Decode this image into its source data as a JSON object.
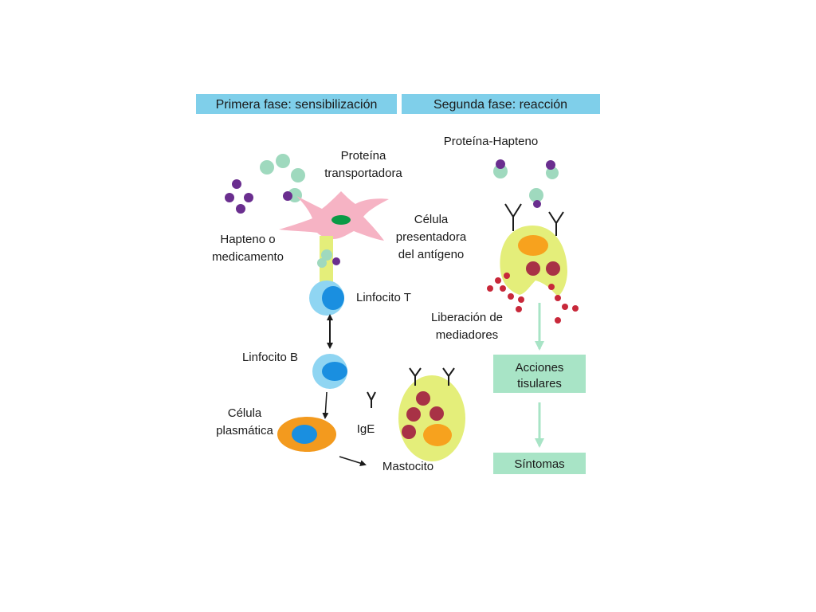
{
  "headers": {
    "phase1": "Primera fase: sensibilización",
    "phase2": "Segunda fase: reacción"
  },
  "labels": {
    "protein_line1": "Proteína",
    "protein_line2": "transportadora",
    "hapten_line1": "Hapteno o",
    "hapten_line2": "medicamento",
    "apc_line1": "Célula",
    "apc_line2": "presentadora",
    "apc_line3": "del antígeno",
    "t_cell": "Linfocito T",
    "b_cell": "Linfocito B",
    "plasma_line1": "Célula",
    "plasma_line2": "plasmática",
    "ige": "IgE",
    "mast_cell": "Mastocito",
    "protein_hapten": "Proteína-Hapteno",
    "mediators_line1": "Liberación de",
    "mediators_line2": "mediadores"
  },
  "boxes": {
    "tissue_line1": "Acciones",
    "tissue_line2": "tisulares",
    "symptoms": "Síntomas"
  },
  "colors": {
    "header_bg": "#7fcfea",
    "box_bg": "#a8e4c6",
    "protein": "#9fd9be",
    "hapten": "#6a2e8f",
    "apc": "#f6b3c4",
    "nucleus_green": "#0a9a45",
    "lymph_outer": "#8fd5f2",
    "lymph_nucleus": "#1a8fe0",
    "plasma": "#f39a1e",
    "mast": "#e4ee7a",
    "mast_nucleus": "#f7a21e",
    "granule": "#a83246",
    "mediator": "#c8283a",
    "arrow_green": "#a8e4c6"
  }
}
